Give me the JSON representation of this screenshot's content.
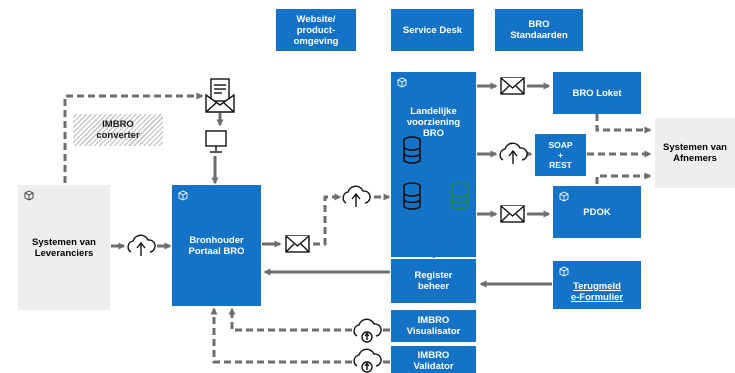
{
  "top_boxes": {
    "website": "Website/\nproduct-\nomgeving",
    "service_desk": "Service Desk",
    "standaarden": "BRO\nStandaarden"
  },
  "imbro_converter": "IMBRO\nconverter",
  "leveranciers": "Systemen van\nLeveranciers",
  "bronhouder": "Bronhouder\nPortaal BRO",
  "landelijke": "Landelijke\nvoorziening\nBRO",
  "bro_loket": "BRO Loket",
  "soap_rest": "SOAP\n+\nREST",
  "pdok": "PDOK",
  "afnemers": "Systemen van\nAfnemers",
  "register_beheer": "Register\nbeheer",
  "terugmeld": "Terugmeld\ne-Formulier",
  "imbro_visualisator": "IMBRO\nVisualisator",
  "imbro_validator": "IMBRO\nValidator",
  "colors": {
    "blue": "#1573c7",
    "arrow": "#6e6e6e",
    "panel": "#eeeeee",
    "db_dark": "#111111",
    "db_green": "#1f8a4c"
  }
}
